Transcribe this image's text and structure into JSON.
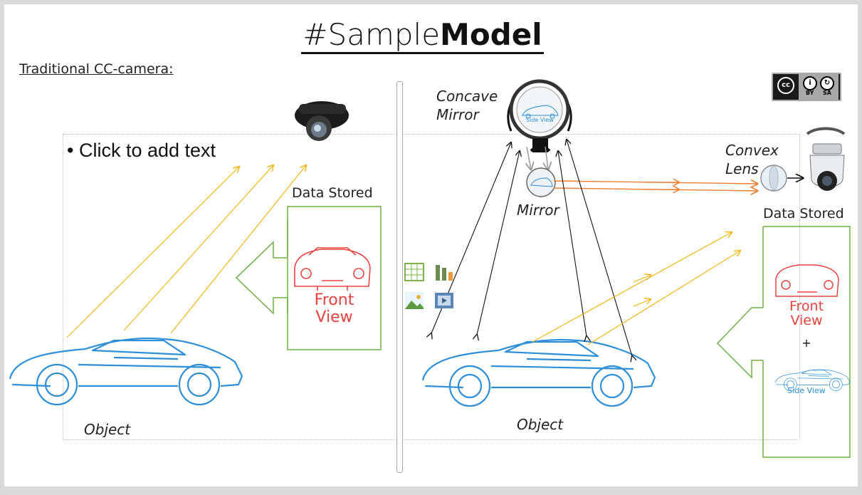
{
  "slide": {
    "title_part1": "#Sample",
    "title_part2": "Model",
    "subtitle": "Traditional CC-camera:",
    "placeholder_text": "Click to add text"
  },
  "left": {
    "data_stored_label": "Data Stored",
    "card_line1": "Front",
    "card_line2": "View",
    "object_label": "Object"
  },
  "right": {
    "concave_mirror_line1": "Concave",
    "concave_mirror_line2": "Mirror",
    "mirror_label": "Mirror",
    "convex_lens_line1": "Convex",
    "convex_lens_line2": "Lens",
    "data_stored_label": "Data Stored",
    "card_front_line1": "Front",
    "card_front_line2": "View",
    "plus": "+",
    "card_side": "Side View",
    "mirror_side_text": "Side View",
    "object_label": "Object"
  },
  "license": {
    "cc": "cc",
    "by": "BY",
    "sa": "SA"
  },
  "colors": {
    "ray_yellow": "#f2b619",
    "ray_orange": "#ed7d31",
    "car_blue": "#2e8fd8",
    "front_red": "#e8433f",
    "card_green": "#70ad47"
  },
  "icons": [
    "table-icon",
    "chart-icon",
    "picture-icon",
    "video-icon"
  ]
}
